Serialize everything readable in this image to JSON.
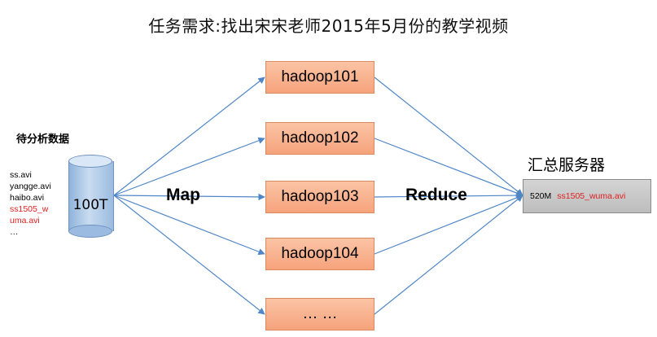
{
  "title": "任务需求:找出宋宋老师2015年5月份的教学视频",
  "source": {
    "label": "待分析数据",
    "storage_label": "100T",
    "files": [
      {
        "text": "ss.avi",
        "highlight": false
      },
      {
        "text": "yangge.avi",
        "highlight": false
      },
      {
        "text": "haibo.avi",
        "highlight": false
      },
      {
        "text": "ss1505_w",
        "highlight": true
      },
      {
        "text": "uma.avi",
        "highlight": true
      },
      {
        "text": "…",
        "highlight": false
      }
    ]
  },
  "map_label": "Map",
  "reduce_label": "Reduce",
  "nodes": [
    "hadoop101",
    "hadoop102",
    "hadoop103",
    "hadoop104",
    "… …"
  ],
  "server": {
    "title": "汇总服务器",
    "size": "520M",
    "file": "ss1505_wuma.avi"
  },
  "colors": {
    "node_fill": "#f6a37c",
    "node_border": "#d98a60",
    "arrow": "#4f86c6",
    "highlight_text": "#e02020",
    "server_fill": "#c8c8c8",
    "cylinder_fill": "#9bbbe0"
  }
}
